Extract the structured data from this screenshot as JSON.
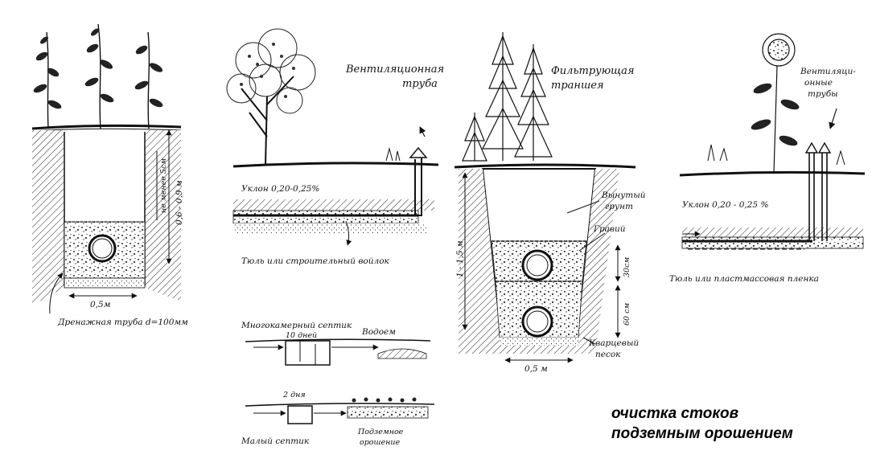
{
  "panels": {
    "drainage": {
      "dim_depth": "0,6 - 0,9 м",
      "dim_min": "не менее 5см",
      "dim_width": "0,5м",
      "pipe_label": "Дренажная труба d=100мм"
    },
    "vent": {
      "vent_label_line1": "Вентиляционная",
      "vent_label_line2": "труба",
      "slope": "Уклон 0,20-0,25%",
      "felt": "Тюль или строительный войлок"
    },
    "septic": {
      "multi_septic": "Многокамерный септик",
      "days10": "10 дней",
      "pond": "Водоем",
      "days2": "2 дня",
      "small_septic": "Малый септик",
      "irrigation_line1": "Подземное",
      "irrigation_line2": "орошение"
    },
    "trench": {
      "title_line1": "Фильтрующая",
      "title_line2": "траншея",
      "soil_line1": "Вынутый",
      "soil_line2": "грунт",
      "gravel": "Гравий",
      "depth": "1 - 1,5 м",
      "d30": "30см",
      "d60": "60 см",
      "sand_line1": "Кварцевый",
      "sand_line2": "песок",
      "width": "0,5 м"
    },
    "right": {
      "vent_line1": "Вентиляци-",
      "vent_line2": "онные",
      "vent_line3": "трубы",
      "slope": "Уклон 0,20 - 0,25 %",
      "film": "Тюль или пластмассовая пленка"
    }
  },
  "caption": {
    "line1": "очистка стоков",
    "line2": "подземным орошением"
  }
}
